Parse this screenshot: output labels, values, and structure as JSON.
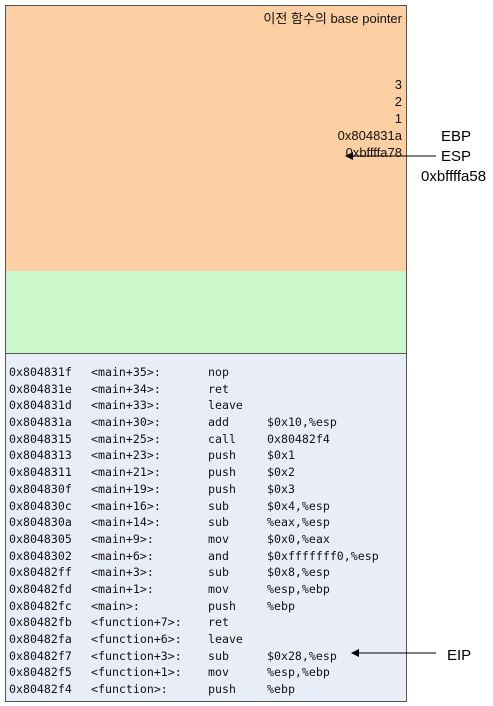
{
  "stack": {
    "label": "이전 함수의 base pointer",
    "values": [
      "3",
      "2",
      "1",
      "0x804831a",
      "0xbffffa78"
    ]
  },
  "registers": {
    "ebp_label": "EBP",
    "esp_label": "ESP",
    "esp_value": "0xbffffa58",
    "eip_label": "EIP"
  },
  "code": [
    {
      "addr": "0x804831f",
      "sym": "<main+35>:",
      "op": "nop",
      "arg": ""
    },
    {
      "addr": "0x804831e",
      "sym": "<main+34>:",
      "op": "ret",
      "arg": ""
    },
    {
      "addr": "0x804831d",
      "sym": "<main+33>:",
      "op": "leave",
      "arg": ""
    },
    {
      "addr": "0x804831a",
      "sym": "<main+30>:",
      "op": "add",
      "arg": "$0x10,%esp"
    },
    {
      "addr": "0x8048315",
      "sym": "<main+25>:",
      "op": "call",
      "arg": "0x80482f4"
    },
    {
      "addr": "0x8048313",
      "sym": "<main+23>:",
      "op": "push",
      "arg": "$0x1"
    },
    {
      "addr": "0x8048311",
      "sym": "<main+21>:",
      "op": "push",
      "arg": "$0x2"
    },
    {
      "addr": "0x804830f",
      "sym": "<main+19>:",
      "op": "push",
      "arg": "$0x3"
    },
    {
      "addr": "0x804830c",
      "sym": "<main+16>:",
      "op": "sub",
      "arg": "$0x4,%esp"
    },
    {
      "addr": "0x804830a",
      "sym": "<main+14>:",
      "op": "sub",
      "arg": "%eax,%esp"
    },
    {
      "addr": "0x8048305",
      "sym": "<main+9>:",
      "op": "mov",
      "arg": "$0x0,%eax"
    },
    {
      "addr": "0x8048302",
      "sym": "<main+6>:",
      "op": "and",
      "arg": "$0xfffffff0,%esp"
    },
    {
      "addr": "0x80482ff",
      "sym": "<main+3>:",
      "op": "sub",
      "arg": "$0x8,%esp"
    },
    {
      "addr": "0x80482fd",
      "sym": "<main+1>:",
      "op": "mov",
      "arg": "%esp,%ebp"
    },
    {
      "addr": "0x80482fc",
      "sym": "<main>:",
      "op": "push",
      "arg": "%ebp"
    },
    {
      "addr": "0x80482fb",
      "sym": "<function+7>:",
      "op": "ret",
      "arg": ""
    },
    {
      "addr": "0x80482fa",
      "sym": "<function+6>:",
      "op": "leave",
      "arg": ""
    },
    {
      "addr": "0x80482f7",
      "sym": "<function+3>:",
      "op": "sub",
      "arg": "$0x28,%esp"
    },
    {
      "addr": "0x80482f5",
      "sym": "<function+1>:",
      "op": "mov",
      "arg": "%esp,%ebp"
    },
    {
      "addr": "0x80482f4",
      "sym": "<function>:",
      "op": "push",
      "arg": "%ebp"
    }
  ]
}
